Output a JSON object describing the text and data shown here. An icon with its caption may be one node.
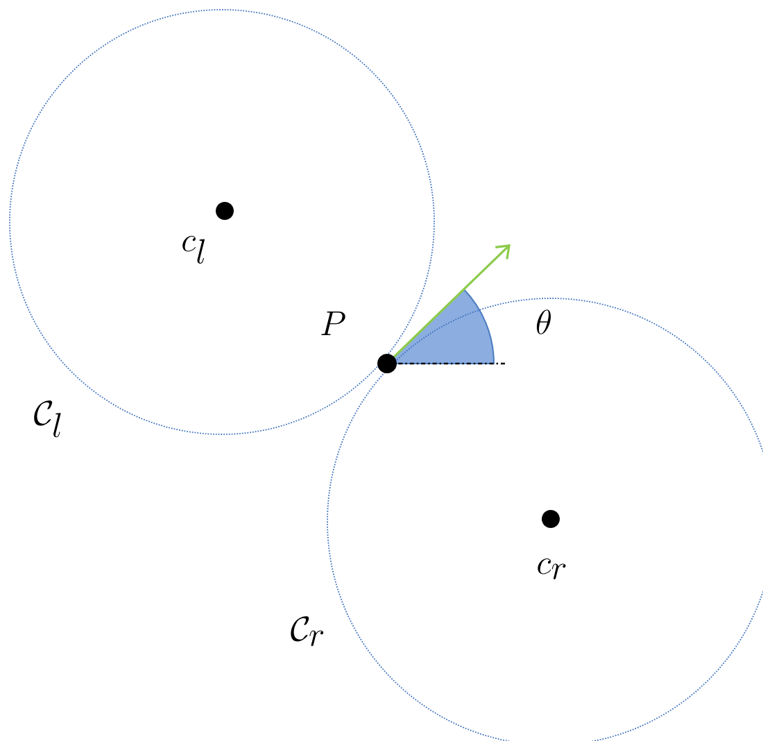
{
  "diagram": {
    "nodes": [
      {
        "text": [
          "c_l"
        ],
        "beside": [
          "\\mathcal{C}_l"
        ]
      },
      {
        "text": [
          "c_r"
        ],
        "beside": [
          "\\mathcal{C}_r"
        ]
      }
    ],
    "labels": [
      "P",
      "\\theta"
    ]
  }
}
